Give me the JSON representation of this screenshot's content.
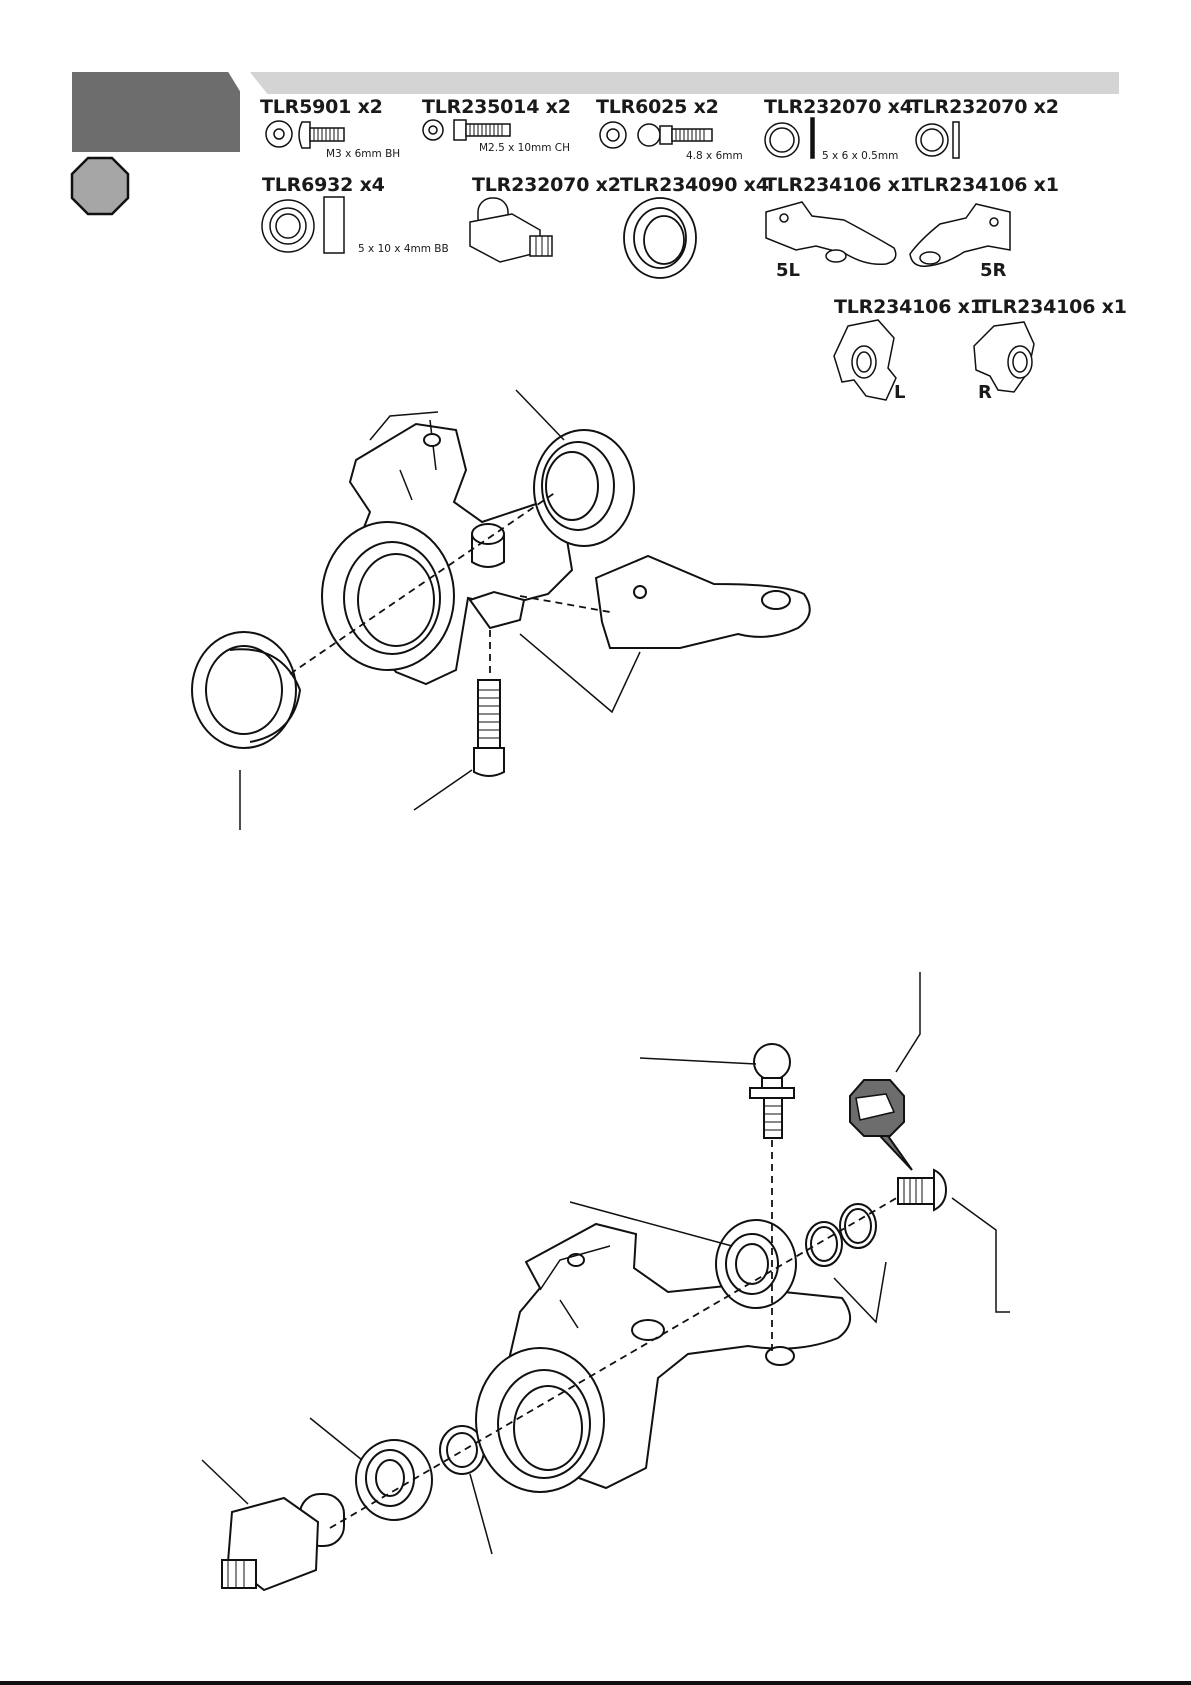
{
  "header": {
    "step_tab_color": "#6d6d6d",
    "banner_color": "#d4d4d4",
    "stop_sign_color": "#a6a6a6"
  },
  "parts": [
    {
      "part_number": "TLR5901 x2",
      "spec": "M3 x 6mm BH"
    },
    {
      "part_number": "TLR235014 x2",
      "spec": "M2.5 x 10mm CH"
    },
    {
      "part_number": "TLR6025 x2",
      "spec": "4.8 x 6mm"
    },
    {
      "part_number": "TLR232070 x4",
      "spec": "5 x 6 x 0.5mm"
    },
    {
      "part_number": "TLR232070 x2",
      "spec": ""
    },
    {
      "part_number": "TLR6932 x4",
      "spec": "5 x 10 x 4mm BB"
    },
    {
      "part_number": "TLR232070 x2",
      "spec": ""
    },
    {
      "part_number": "TLR234090 x4",
      "spec": ""
    },
    {
      "part_number": "TLR234106 x1",
      "spec": "",
      "side": "5L"
    },
    {
      "part_number": "TLR234106 x1",
      "spec": "",
      "side": "5R"
    },
    {
      "part_number": "TLR234106 x1",
      "spec": "",
      "side": "L"
    },
    {
      "part_number": "TLR234106 x1",
      "spec": "",
      "side": "R"
    }
  ],
  "icons": [
    "stop-sign-icon",
    "threadlock-icon"
  ]
}
